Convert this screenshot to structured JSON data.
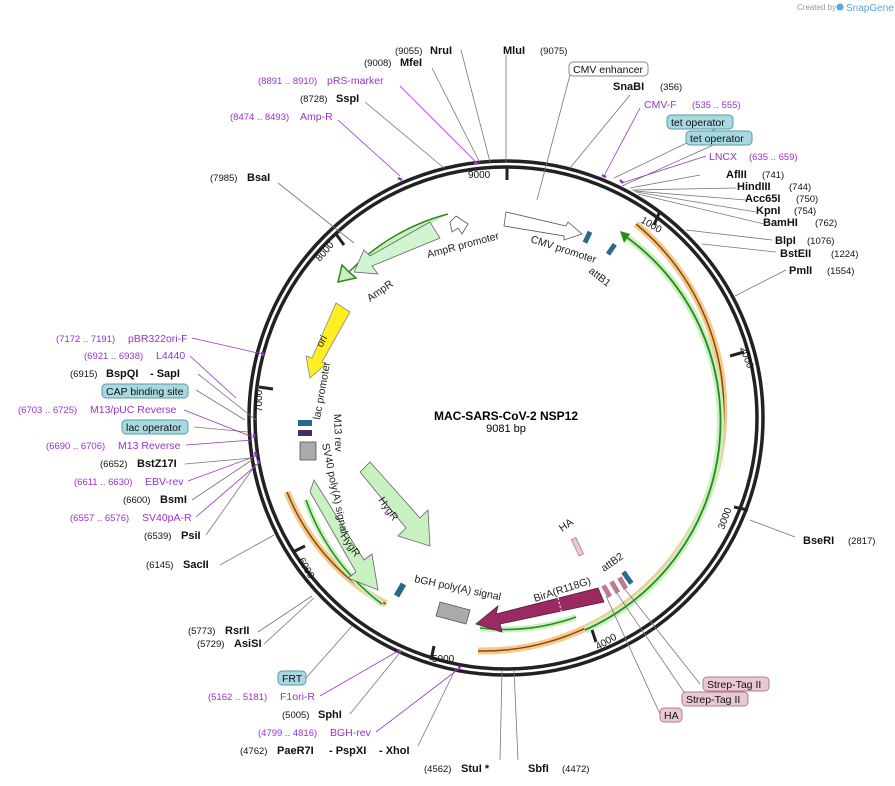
{
  "branding": {
    "created_by": "Created by",
    "product": "SnapGene"
  },
  "map": {
    "name": "MAC-SARS-CoV-2 NSP12",
    "length": "9081 bp",
    "ticks": [
      "1000",
      "2000",
      "3000",
      "4000",
      "5000",
      "6000",
      "7000",
      "8000",
      "9000"
    ]
  },
  "enzymes": [
    {
      "name": "NruI",
      "pos": "(9055)"
    },
    {
      "name": "MluI",
      "pos": "(9075)"
    },
    {
      "name": "MfeI",
      "pos": "(9008)"
    },
    {
      "name": "SspI",
      "pos": "(8728)"
    },
    {
      "name": "SnaBI",
      "pos": "(356)"
    },
    {
      "name": "AflII",
      "pos": "(741)"
    },
    {
      "name": "HindIII",
      "pos": "(744)"
    },
    {
      "name": "Acc65I",
      "pos": "(750)"
    },
    {
      "name": "KpnI",
      "pos": "(754)"
    },
    {
      "name": "BamHI",
      "pos": "(762)"
    },
    {
      "name": "BlpI",
      "pos": "(1076)"
    },
    {
      "name": "BstEII",
      "pos": "(1224)"
    },
    {
      "name": "PmlI",
      "pos": "(1554)"
    },
    {
      "name": "BsaI",
      "pos": "(7985)"
    },
    {
      "name": "BspQI",
      "pos": "(6915)",
      "extra": "- SapI"
    },
    {
      "name": "BstZ17I",
      "pos": "(6652)"
    },
    {
      "name": "BsmI",
      "pos": "(6600)"
    },
    {
      "name": "PsiI",
      "pos": "(6539)"
    },
    {
      "name": "SacII",
      "pos": "(6145)"
    },
    {
      "name": "BseRI",
      "pos": "(2817)"
    },
    {
      "name": "RsrII",
      "pos": "(5773)"
    },
    {
      "name": "AsiSI",
      "pos": "(5729)"
    },
    {
      "name": "SphI",
      "pos": "(5005)"
    },
    {
      "name": "PaeR7I",
      "pos": "(4762)",
      "extra1": "- PspXI",
      "extra2": "- XhoI"
    },
    {
      "name": "StuI *",
      "pos": "(4562)"
    },
    {
      "name": "SbfI",
      "pos": "(4472)"
    }
  ],
  "primers": [
    {
      "name": "pRS-marker",
      "range": "(8891 .. 8910)"
    },
    {
      "name": "Amp-R",
      "range": "(8474 .. 8493)"
    },
    {
      "name": "CMV-F",
      "range": "(535 .. 555)"
    },
    {
      "name": "LNCX",
      "range": "(635 .. 659)"
    },
    {
      "name": "pBR322ori-F",
      "range": "(7172 .. 7191)"
    },
    {
      "name": "L4440",
      "range": "(6921 .. 6938)"
    },
    {
      "name": "M13/pUC Reverse",
      "range": "(6703 .. 6725)"
    },
    {
      "name": "M13 Reverse",
      "range": "(6690 .. 6706)"
    },
    {
      "name": "EBV-rev",
      "range": "(6611 .. 6630)"
    },
    {
      "name": "SV40pA-R",
      "range": "(6557 .. 6576)"
    },
    {
      "name": "F1ori-R",
      "range": "(5162 .. 5181)"
    },
    {
      "name": "BGH-rev",
      "range": "(4799 .. 4816)"
    }
  ],
  "boxes": [
    {
      "name": "CMV enhancer",
      "fill": "#ffffff",
      "stroke": "#888888"
    },
    {
      "name": "tet operator",
      "fill": "#a8d8e0",
      "stroke": "#5a9aa8"
    },
    {
      "name": "tet operator",
      "fill": "#a8d8e0",
      "stroke": "#5a9aa8"
    },
    {
      "name": "CAP binding site",
      "fill": "#a8d8e0",
      "stroke": "#5a9aa8"
    },
    {
      "name": "lac operator",
      "fill": "#a8d8e0",
      "stroke": "#5a9aa8"
    },
    {
      "name": "FRT",
      "fill": "#a8d8e0",
      "stroke": "#5a9aa8"
    },
    {
      "name": "Strep-Tag II",
      "fill": "#e8c8d4",
      "stroke": "#b07a90"
    },
    {
      "name": "Strep-Tag II",
      "fill": "#e8c8d4",
      "stroke": "#b07a90"
    },
    {
      "name": "HA",
      "fill": "#e8c8d4",
      "stroke": "#b07a90"
    }
  ],
  "features": [
    {
      "name": "CMV promoter"
    },
    {
      "name": "AmpR promoter"
    },
    {
      "name": "AmpR"
    },
    {
      "name": "ori"
    },
    {
      "name": "lac promoter"
    },
    {
      "name": "M13 rev"
    },
    {
      "name": "SV40 poly(A) signal"
    },
    {
      "name": "HygR"
    },
    {
      "name": "HygR"
    },
    {
      "name": "bGH poly(A) signal"
    },
    {
      "name": "BirA(R118G)"
    },
    {
      "name": "attB1"
    },
    {
      "name": "attB2"
    },
    {
      "name": "HA"
    }
  ],
  "colors": {
    "backbone": "#222222",
    "orf_green": "#c8f0c0",
    "orf_green_line": "#2a8a1a",
    "orange_band": "#f5c890",
    "yellow_ori": "#ffee22",
    "birA": "#9b2a62",
    "primer": "#9a32cd"
  }
}
